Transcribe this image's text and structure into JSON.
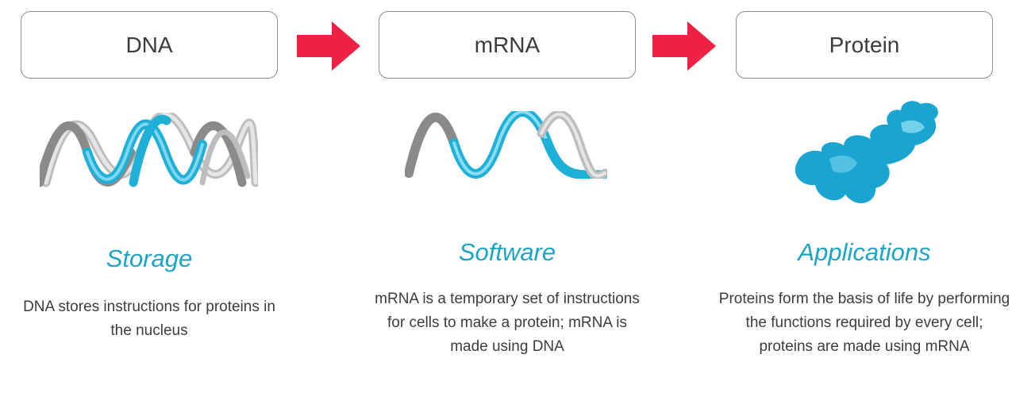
{
  "stages": [
    {
      "label": "DNA",
      "heading": "Storage",
      "description": "DNA stores instructions for proteins in the nucleus",
      "illustration": "double-helix-icon"
    },
    {
      "label": "mRNA",
      "heading": "Software",
      "description": "mRNA is a temporary set of instructions for cells to make a protein; mRNA is made using DNA",
      "illustration": "single-strand-icon"
    },
    {
      "label": "Protein",
      "heading": "Applications",
      "description": "Proteins form the basis of life by performing the functions required by every cell; proteins are made using mRNA",
      "illustration": "protein-blob-icon"
    }
  ],
  "colors": {
    "arrow": "#ee2145",
    "heading": "#1aa5c7",
    "strand_blue": "#1fb0d8",
    "strand_gray": "#9a9a9a",
    "box_border": "#8c8c8c"
  }
}
